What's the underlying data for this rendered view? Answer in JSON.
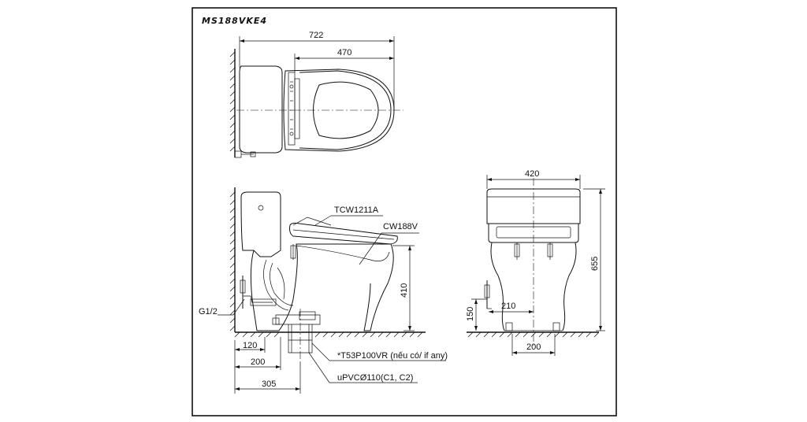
{
  "model": "MS188VKE4",
  "components": {
    "seat": "TCW1211A",
    "bowl": "CW188V",
    "supply": "G1/2",
    "flange": "*T53P100VR (nếu có/ if any)",
    "pipe": "uPVCØ110(C1, C2)"
  },
  "dimensions": {
    "top_total_length": "722",
    "top_seat_length": "470",
    "front_width": "420",
    "front_height": "655",
    "front_half_offset": "210",
    "front_supply_height": "150",
    "front_base_width": "200",
    "side_seat_height": "410",
    "side_wall_120": "120",
    "side_wall_200": "200",
    "side_wall_305": "305"
  }
}
